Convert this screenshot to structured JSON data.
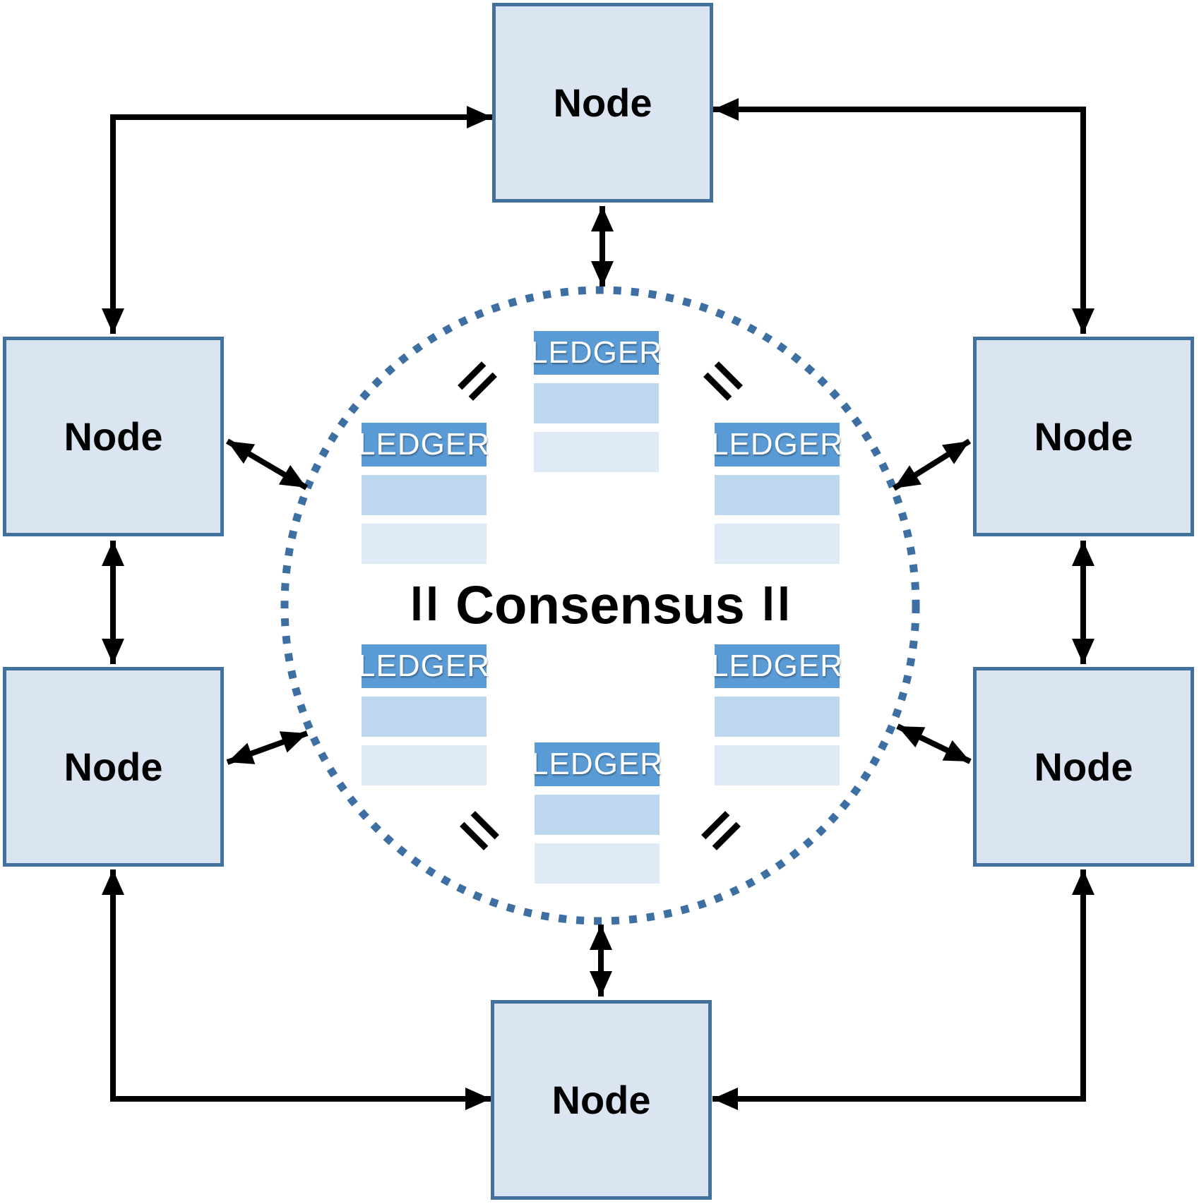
{
  "diagram": {
    "consensus_label": "Consensus",
    "equals_symbol": "=",
    "nodes": [
      {
        "id": "top",
        "label": "Node"
      },
      {
        "id": "left-upper",
        "label": "Node"
      },
      {
        "id": "right-upper",
        "label": "Node"
      },
      {
        "id": "left-lower",
        "label": "Node"
      },
      {
        "id": "right-lower",
        "label": "Node"
      },
      {
        "id": "bottom",
        "label": "Node"
      }
    ],
    "ledgers": [
      {
        "id": "top-center",
        "label": "LEDGER"
      },
      {
        "id": "upper-left",
        "label": "LEDGER"
      },
      {
        "id": "upper-right",
        "label": "LEDGER"
      },
      {
        "id": "lower-left",
        "label": "LEDGER"
      },
      {
        "id": "lower-right",
        "label": "LEDGER"
      },
      {
        "id": "bottom-center",
        "label": "LEDGER"
      }
    ],
    "colors": {
      "node_fill": "#dbe5f1",
      "node_border": "#41719c",
      "ledger_header": "#5b9bd5",
      "ledger_row_medium": "#bdd7ee",
      "ledger_row_light": "#deebf7",
      "circle_dot": "#3e6fa3",
      "arrow": "#000000",
      "background": "#ffffff",
      "text": "#000000",
      "ledger_text": "#ffffff"
    }
  }
}
